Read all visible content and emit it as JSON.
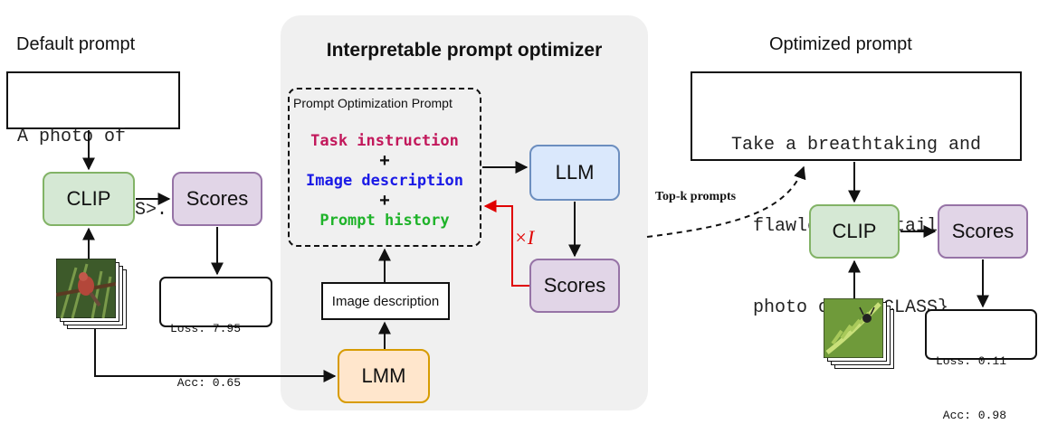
{
  "headings": {
    "default_prompt": "Default prompt",
    "optimizer": "Interpretable prompt optimizer",
    "optimized_prompt": "Optimized prompt"
  },
  "default_prompt_text": [
    "A photo of",
    "a <CLASS>."
  ],
  "optimized_prompt_text": [
    "Take a breathtaking and",
    "flawlessly detailed",
    "photo of a {CLASS}."
  ],
  "left": {
    "clip": "CLIP",
    "scores": "Scores",
    "loss": "Loss: 7.95",
    "acc": " Acc: 0.65"
  },
  "right": {
    "clip": "CLIP",
    "scores": "Scores",
    "loss": "Loss: 0.11",
    "acc": " Acc: 0.98"
  },
  "optimizer": {
    "box_title": "Prompt Optimization Prompt",
    "components": [
      {
        "label": "Task instruction",
        "color": "#c2185b"
      },
      {
        "label": "Image description",
        "color": "#1a1ae6"
      },
      {
        "label": "Prompt history",
        "color": "#1fb32a"
      }
    ],
    "plus": "+",
    "llm": "LLM",
    "scores": "Scores",
    "loop_label": "×I",
    "image_description": "Image description",
    "lmm": "LMM"
  },
  "topk_label": "Top-k prompts",
  "colors": {
    "clip": "#d5e8d4",
    "scores": "#e1d5e7",
    "llm": "#dae8fc",
    "lmm": "#ffe6cc",
    "loop": "#e00000"
  }
}
